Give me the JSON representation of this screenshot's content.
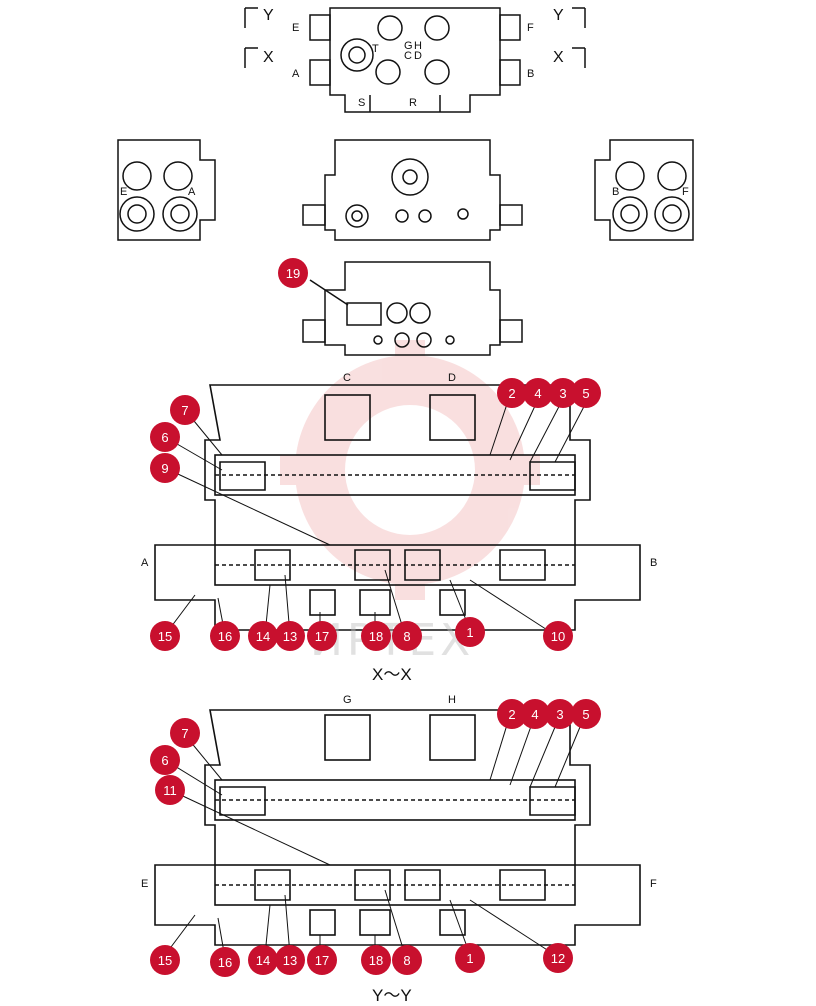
{
  "top_view": {
    "ports_left": [
      "E",
      "A"
    ],
    "ports_right": [
      "F",
      "B"
    ],
    "section_marks": [
      "Y",
      "Y",
      "X",
      "X"
    ],
    "center_labels": [
      "T",
      "G",
      "H",
      "C",
      "D"
    ],
    "bottom_labels": [
      "S",
      "R"
    ]
  },
  "side_views": {
    "left_labels": [
      "E",
      "A"
    ],
    "right_labels": [
      "B",
      "F"
    ]
  },
  "detail_view": {
    "callout": "19"
  },
  "section_x": {
    "caption": "X～X",
    "top_ports": [
      "C",
      "D"
    ],
    "side_ports": [
      "A",
      "B"
    ],
    "callouts": [
      "7",
      "6",
      "9",
      "2",
      "4",
      "3",
      "5",
      "15",
      "16",
      "14",
      "13",
      "17",
      "18",
      "8",
      "1",
      "10"
    ]
  },
  "section_y": {
    "caption": "Y～Y",
    "top_ports": [
      "G",
      "H"
    ],
    "side_ports": [
      "E",
      "F"
    ],
    "callouts": [
      "7",
      "6",
      "11",
      "2",
      "4",
      "3",
      "5",
      "15",
      "16",
      "14",
      "13",
      "17",
      "18",
      "8",
      "1",
      "12"
    ]
  },
  "watermark": "ИРТЕХ",
  "colors": {
    "callout": "#c8102e",
    "line": "#111111",
    "watermark": "#e57373"
  }
}
